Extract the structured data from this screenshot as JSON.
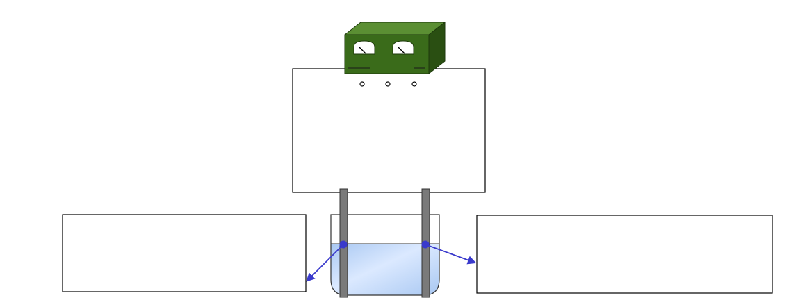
{
  "diagram": {
    "title": "",
    "colors": {
      "power_supply_front": "#3a6b1a",
      "power_supply_top": "#5b8f33",
      "power_supply_side": "#2a4f12",
      "electrode": "#7a7a7a",
      "liquid_light": "#dbe9ff",
      "liquid_dark": "#a9c8f2",
      "beaker_outline": "#333333",
      "arrow": "#3a3acc",
      "box_outline": "#000000"
    },
    "components": {
      "power_supply": {
        "name": "power-supply",
        "meters": 2,
        "terminals": 3
      },
      "electrodes": 2,
      "beaker": {
        "filled": true
      },
      "answer_boxes": 2
    }
  }
}
